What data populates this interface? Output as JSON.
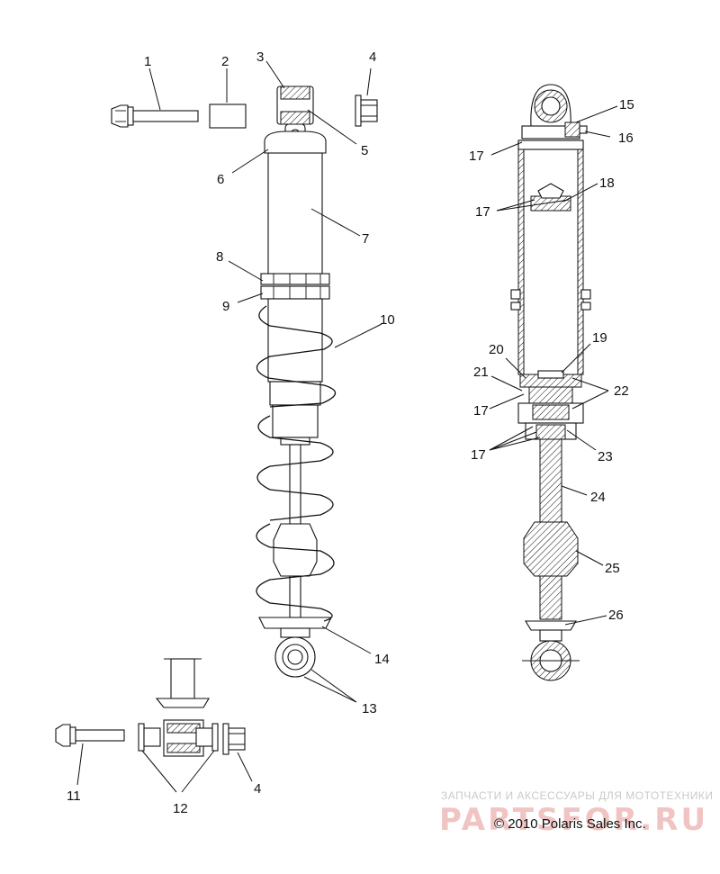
{
  "callouts": [
    "1",
    "2",
    "3",
    "4",
    "5",
    "6",
    "7",
    "8",
    "9",
    "10",
    "11",
    "12",
    "13",
    "14",
    "15",
    "16",
    "17",
    "18",
    "19",
    "20",
    "21",
    "22",
    "23",
    "24",
    "25",
    "26"
  ],
  "watermark": {
    "caption": "ЗАПЧАСТИ И АКСЕССУАРЫ ДЛЯ МОТОТЕХНИКИ",
    "brand": "PARTSFOR.RU"
  },
  "copyright": "© 2010 Polaris Sales Inc."
}
